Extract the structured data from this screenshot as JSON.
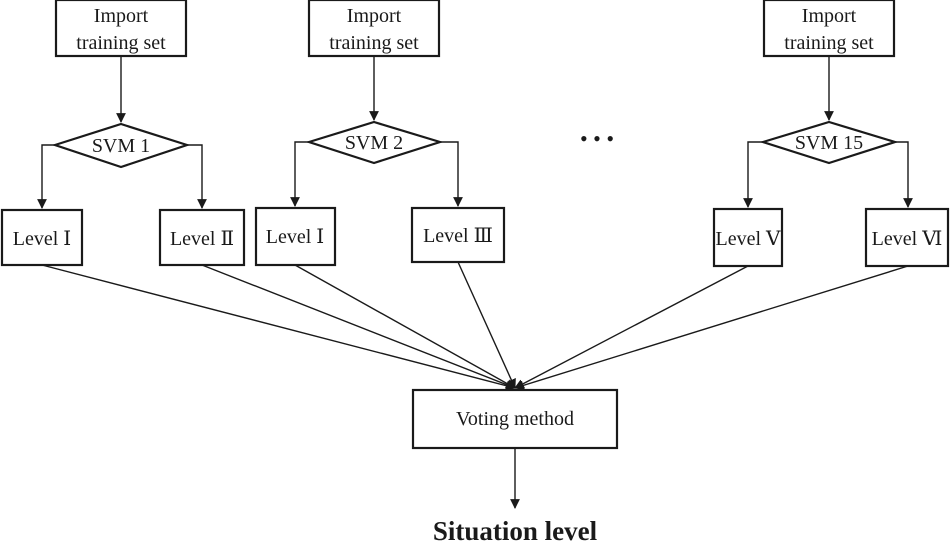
{
  "diagram": {
    "import_label_line1": "Import",
    "import_label_line2": "training set",
    "svm_labels": [
      "SVM 1",
      "SVM 2",
      "SVM 15"
    ],
    "level_labels": [
      "Level Ⅰ",
      "Level Ⅱ",
      "Level Ⅰ",
      "Level Ⅲ",
      "Level Ⅴ",
      "Level Ⅵ"
    ],
    "ellipsis": "• • •",
    "voting_label": "Voting method",
    "output_label": "Situation level"
  }
}
